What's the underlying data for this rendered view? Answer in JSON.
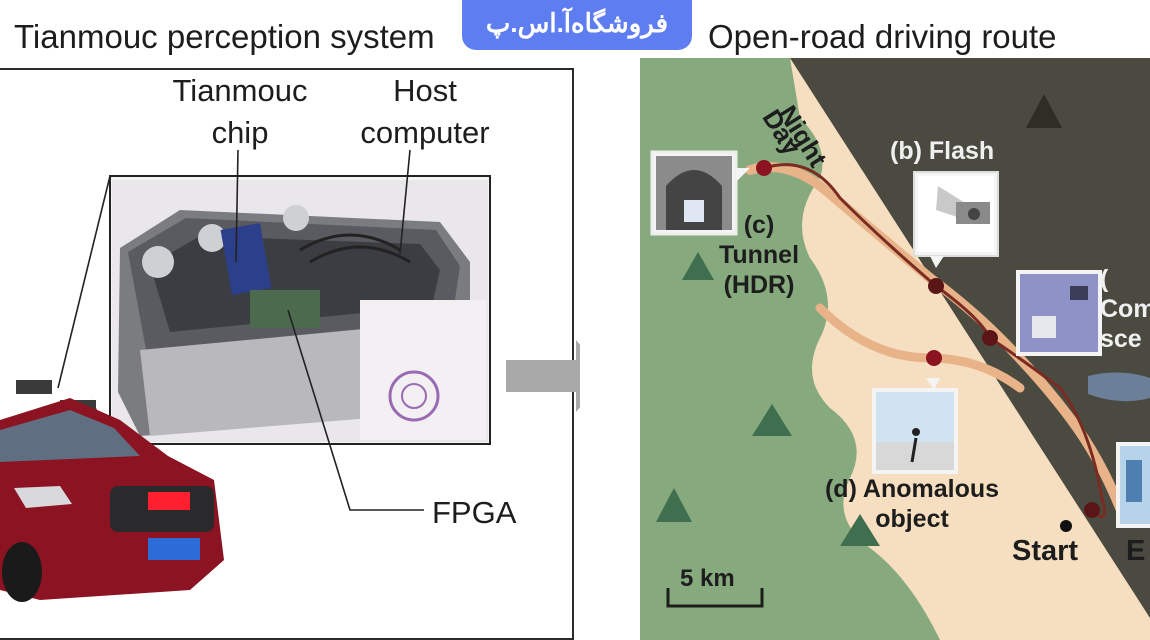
{
  "watermark": "فروشگاه‌آ.اس.پ",
  "left_panel": {
    "title": "Tianmouc perception system",
    "chip_label": "Tianmouc\nchip",
    "host_label": "Host\ncomputer",
    "fpga_label": "FPGA"
  },
  "right_panel": {
    "title": "Open-road driving route",
    "night_label": "Night",
    "day_label": "Day",
    "flash_label": "(b) Flash",
    "tunnel_label": "(c)\nTunnel\n(HDR)",
    "anomalous_label": "(d) Anomalous\nobject",
    "complex_label": "(\nCom\nsce",
    "start_label": "Start",
    "end_label": "E",
    "scale_label": "5 km"
  },
  "colors": {
    "green_land": "#86a97e",
    "sand": "#f6dfc0",
    "night": "#4b4a40",
    "road": "#e8b389",
    "route": "#7a2b22",
    "car_body": "#8c1321",
    "watermark_bg": "#5d7df1"
  }
}
